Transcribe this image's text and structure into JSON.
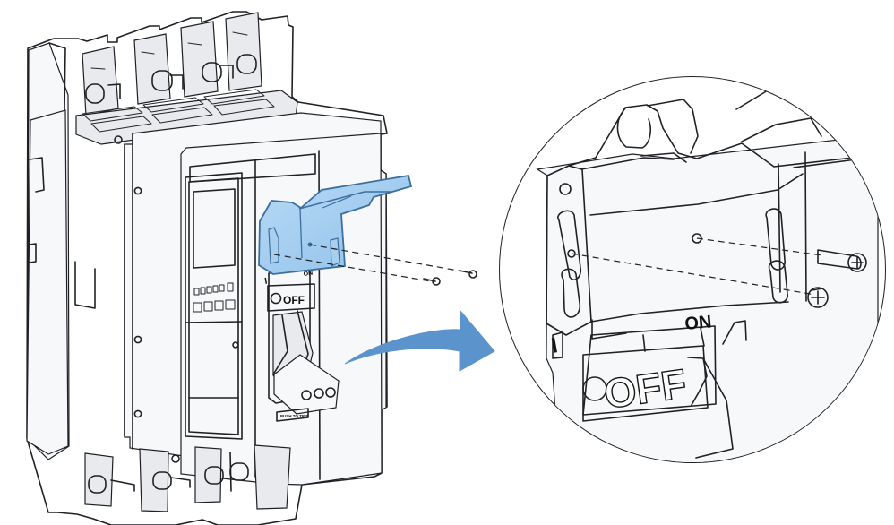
{
  "diagram": {
    "labels": {
      "on": "ON",
      "off": "OFF",
      "tiny_off": "OFF",
      "tiny_on": "ON",
      "small_label": "PUSH TO TRIP",
      "main_label": "I"
    }
  },
  "colors": {
    "accent_blue": "#5b93cc",
    "bracket_blue": "#9dc5ec",
    "line": "#1f2125",
    "circle_bg": "#f3f3f3"
  }
}
